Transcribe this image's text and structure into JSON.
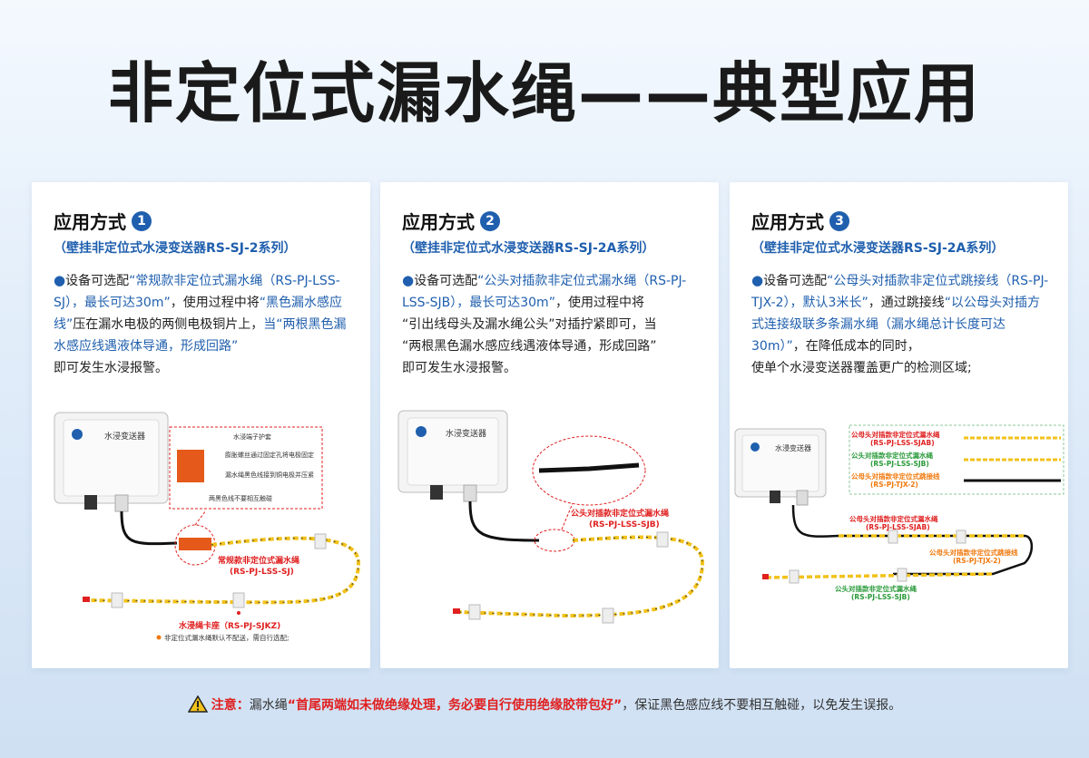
{
  "title": "非定位式漏水绳——典型应用",
  "cards": [
    {
      "heading": "应用方式",
      "num": "1",
      "subtitle": "（壁挂非定位式水浸变送器RS-SJ-2系列）",
      "desc_a": "设备可选配",
      "desc_b": "“常规款非定位式漏水绳（RS-PJ-LSS-SJ），最长可达30m”",
      "desc_c": "，使用过程中将",
      "desc_d": "“黑色漏水感应线”",
      "desc_e": "压在漏水电极的两侧电极铜片上，",
      "desc_f": "当“两根黑色漏水感应线遇液体导通，形成回路”",
      "desc_g": "即可发生水浸报警。",
      "device_label": "水浸变送器",
      "callouts": [
        "水浸端子护套",
        "膨胀螺丝通过固定孔将电极固定",
        "漏水绳黑色线接到铜电极并压紧",
        "两黑色线不要相互触碰"
      ],
      "rope_label": "常规款非定位式漏水绳",
      "rope_model": "(RS-PJ-LSS-SJ)",
      "clip_label": "水浸绳卡座（RS-PJ-SJKZ)",
      "clip_note": "非定位式漏水绳默认不配送，需自行选配;"
    },
    {
      "heading": "应用方式",
      "num": "2",
      "subtitle": "（壁挂非定位式水浸变送器RS-SJ-2A系列）",
      "desc_a": "设备可选配",
      "desc_b": "“公头对插款非定位式漏水绳（RS-PJ-LSS-SJB），最长可达30m”",
      "desc_c": "，使用过程中将",
      "desc_d": "“引出线母头及漏水绳公头”",
      "desc_e": "对插拧紧即可，当",
      "desc_f": "“两根黑色漏水感应线遇液体导通，形成回路”",
      "desc_g": "即可发生水浸报警。",
      "device_label": "水浸变送器",
      "rope_label": "公头对插款非定位式漏水绳",
      "rope_model": "(RS-PJ-LSS-SJB)"
    },
    {
      "heading": "应用方式",
      "num": "3",
      "subtitle": "（壁挂非定位式水浸变送器RS-SJ-2A系列）",
      "desc_a": "设备可选配",
      "desc_b": "“公母头对插款非定位式跳接线（RS-PJ-TJX-2），默认3米长”",
      "desc_c": "，通过跳接线",
      "desc_d": "“以公母头对插方式连接级联多条漏水绳（漏水绳总计长度可达30m）”",
      "desc_e": "，在降低成本的同时，",
      "desc_f": "使单个水浸变送器覆盖更广的检测区域;",
      "device_label": "水浸变送器",
      "legend": [
        {
          "name": "公母头对插款非定位式漏水绳",
          "model": "(RS-PJ-LSS-SJAB)"
        },
        {
          "name": "公头对插款非定位式漏水绳",
          "model": "(RS-PJ-LSS-SJB)"
        },
        {
          "name": "公母头对插款非定位式跳接线",
          "model": "(RS-PJ-TJX-2)"
        }
      ],
      "lbl_a": "公母头对插款非定位式漏水绳",
      "lbl_a_model": "(RS-PJ-LSS-SJAB)",
      "lbl_b": "公母头对插款非定位式跳接线",
      "lbl_b_model": "(RS-PJ-TJX-2)",
      "lbl_c": "公头对插款非定位式漏水绳",
      "lbl_c_model": "(RS-PJ-LSS-SJB)"
    }
  ],
  "footer": {
    "note": "注意：",
    "text1": "漏水绳",
    "red": "“首尾两端如未做绝缘处理，务必要自行使用绝缘胶带包好”",
    "text2": "，保证黑色感应线不要相互触碰，以免发生误报。"
  },
  "colors": {
    "accent": "#1f5fae",
    "red": "#e02020",
    "green": "#2a9a3a",
    "orange": "#f07a10",
    "rope_yellow": "#f2c21a"
  }
}
